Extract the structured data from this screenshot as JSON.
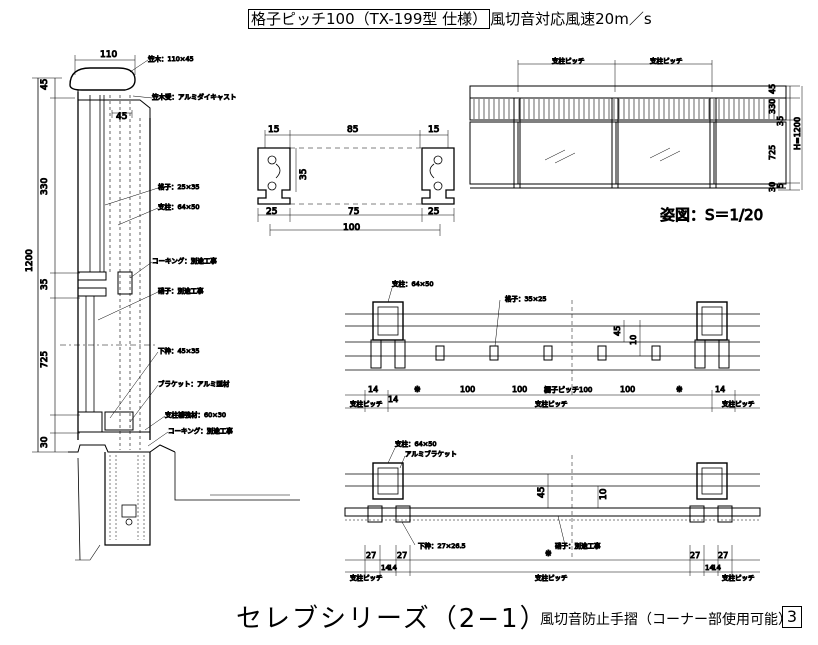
{
  "header": {
    "boxed_title": "格子ピッチ100（TX-199型 仕様）",
    "title_suffix": "風切音対応風速20m／s"
  },
  "side_section": {
    "dims": {
      "top_width": "110",
      "inner_width": "45",
      "v45": "45",
      "v330": "330",
      "v35": "35",
      "v725": "725",
      "v30": "30",
      "total": "1200"
    },
    "labels": {
      "handrail": "笠木：110×45",
      "handrail_bracket": "笠木受：アルミダイキャスト",
      "lattice": "格子：25×35",
      "post": "支柱：64×50",
      "caulking1": "コーキング：別途工事",
      "glass": "硝子：別途工事",
      "lower_rail": "下枠：45×35",
      "bracket": "ブラケット：アルミ型材",
      "reinforce": "支柱補強材：60×30",
      "caulking2": "コーキング：別途工事"
    }
  },
  "profile_section": {
    "top_dims": [
      "15",
      "85",
      "15"
    ],
    "height": "35",
    "bottom_dims": [
      "25",
      "75",
      "25"
    ],
    "total": "100"
  },
  "elevation": {
    "pitch_label": "支柱ピッチ",
    "dims": [
      "45",
      "330",
      "35",
      "725",
      "30",
      "5"
    ],
    "total_height": "H=1200",
    "scale_label": "姿図：S＝1/20"
  },
  "plan_upper": {
    "post_label": "支柱：64×50",
    "lattice_label": "格子：35×25",
    "dim_45": "45",
    "dim_10": "10",
    "bottom_dims": [
      "14",
      "※",
      "100",
      "100",
      "欄子ピッチ100",
      "100",
      "※",
      "14"
    ],
    "pitch_labels": [
      "支柱ピッチ",
      "支柱ピッチ",
      "支柱ピッチ"
    ],
    "left_14": "14"
  },
  "plan_lower": {
    "post_label": "支柱：64×50",
    "bracket_label": "アルミブラケット",
    "glass_label": "硝子：別途工事",
    "dim_45": "45",
    "dim_10": "10",
    "frame_label": "下枠：27×26.5",
    "dims_left": [
      "27",
      "27",
      "14",
      "14"
    ],
    "dims_right": [
      "27",
      "27",
      "14",
      "14"
    ],
    "mark": "※",
    "pitch_labels": [
      "支柱ピッチ",
      "支柱ピッチ",
      "支柱ピッチ"
    ]
  },
  "footer": {
    "series": "セレブシリーズ（2−1）",
    "subtitle": "風切音防止手摺（コーナー部使用可能）",
    "page": "3"
  }
}
